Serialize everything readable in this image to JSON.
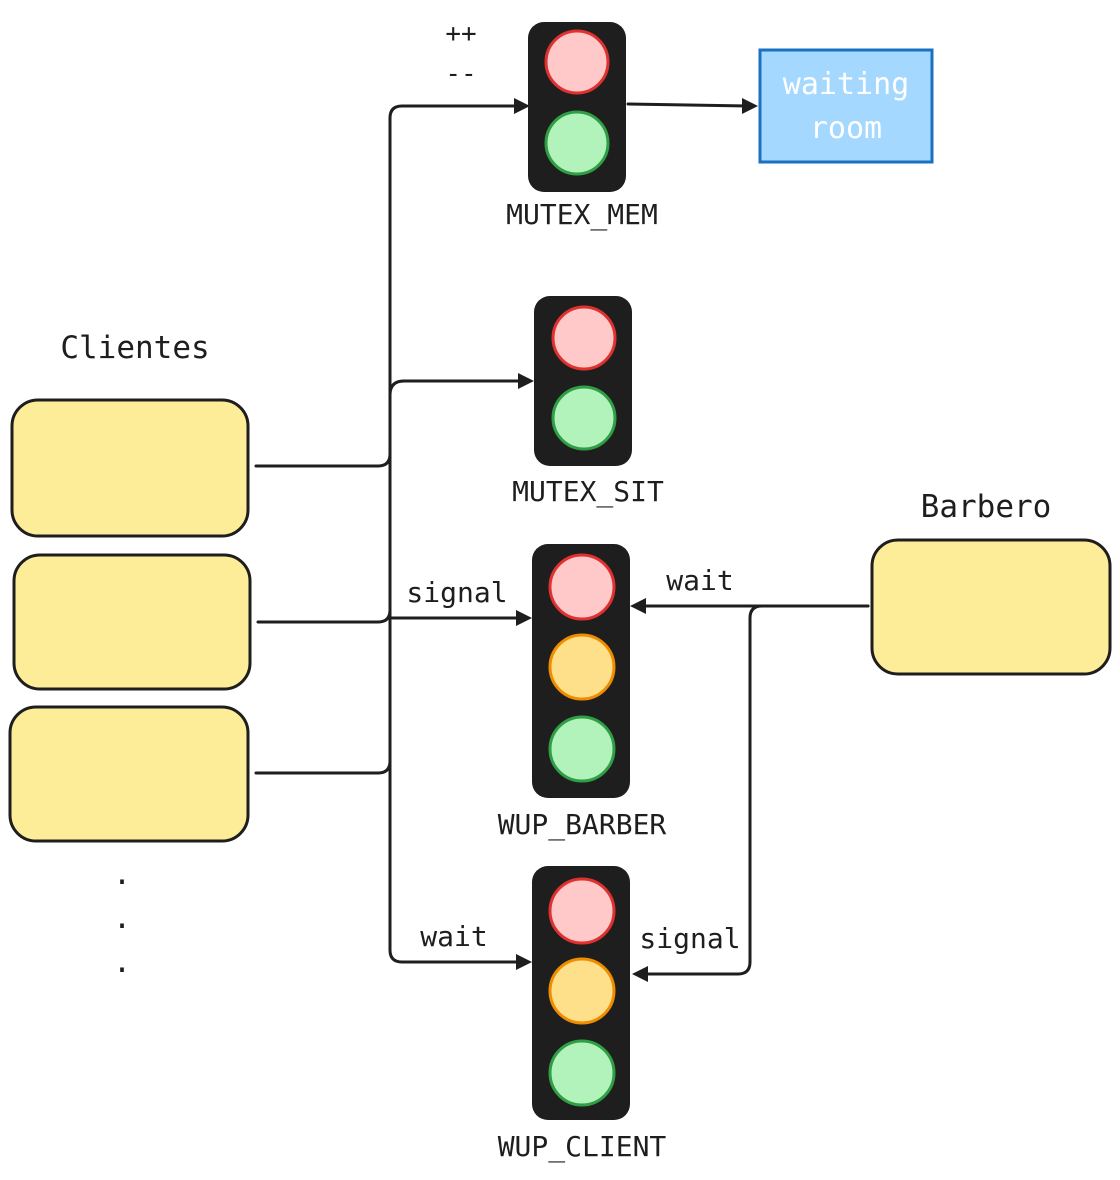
{
  "labels": {
    "clientes": "Clientes",
    "barbero": "Barbero",
    "plus_plus": "++",
    "minus_minus": "--",
    "waiting_room_line1": "waiting",
    "waiting_room_line2": "room",
    "signal_left": "signal",
    "wait_right": "wait",
    "wait_left": "wait",
    "signal_right": "signal",
    "ellipsis_dot": "."
  },
  "semaphores": {
    "mutex_mem": "MUTEX_MEM",
    "mutex_sit": "MUTEX_SIT",
    "wup_barber": "WUP_BARBER",
    "wup_client": "WUP_CLIENT"
  },
  "colors": {
    "client_fill": "#fdec98",
    "waiting_room_fill": "#a5d8ff",
    "waiting_room_stroke": "#1971c2",
    "housing": "#1e1e1e",
    "red_lamp": "#ffc9c9",
    "yellow_lamp": "#ffe08a",
    "green_lamp": "#b2f2bb"
  }
}
